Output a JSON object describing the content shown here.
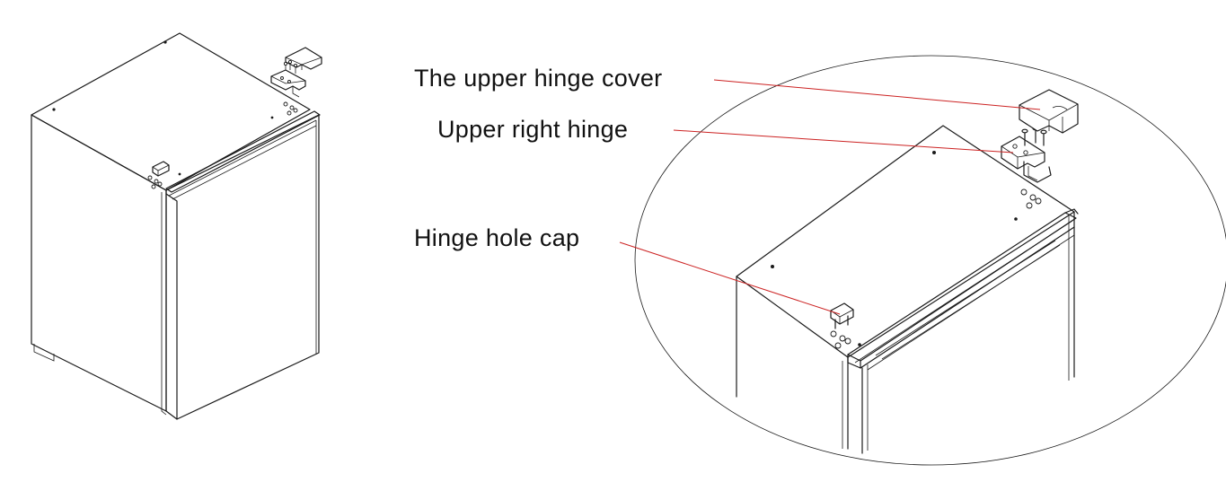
{
  "labels": {
    "upper_hinge_cover": "The upper hinge cover",
    "upper_right_hinge": "Upper right hinge",
    "hinge_hole_cap": "Hinge hole cap"
  },
  "colors": {
    "line": "#1a1a1a",
    "leader": "#cc2222",
    "background": "#ffffff"
  }
}
